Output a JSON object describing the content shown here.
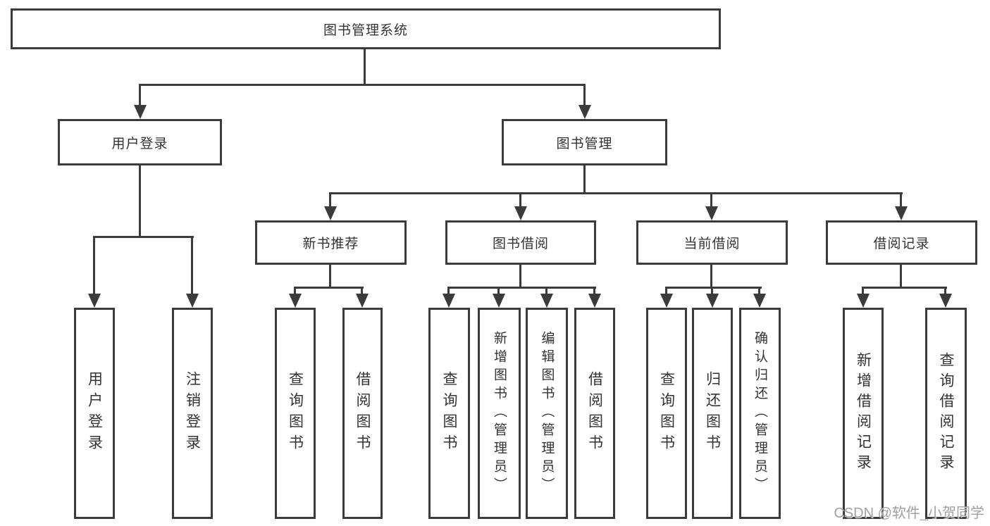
{
  "nodes": {
    "root": "图书管理系统",
    "user_login": "用户登录",
    "book_management": "图书管理",
    "new_book": "新书推荐",
    "book_borrow": "图书借阅",
    "current_borrow": "当前借阅",
    "borrow_record": "借阅记录",
    "user_login_leaves": [
      "用户登录",
      "注销登录"
    ],
    "new_book_leaves": [
      "查询图书",
      "借阅图书"
    ],
    "book_borrow_leaves": [
      "查询图书",
      "新增图书（管理员）",
      "编辑图书（管理员）",
      "借阅图书"
    ],
    "current_borrow_leaves": [
      "查询图书",
      "归还图书",
      "确认归还（管理员）"
    ],
    "borrow_record_leaves": [
      "新增借阅记录",
      "查询借阅记录"
    ]
  },
  "watermark": "CSDN @软件_小贺同学",
  "colors": {
    "line": "#3b3b3b",
    "text": "#333333",
    "background": "#ffffff"
  }
}
